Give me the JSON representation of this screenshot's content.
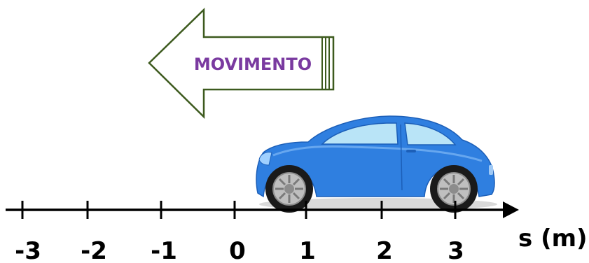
{
  "motion_arrow": {
    "label": "MOVIMENTO",
    "label_color": "#7a3aa0",
    "outline_color": "#3d5a1e",
    "direction": "left"
  },
  "axis": {
    "label": "s (m)",
    "ticks": [
      "-3",
      "-2",
      "-1",
      "0",
      "1",
      "2",
      "3"
    ],
    "color": "#000000"
  },
  "car": {
    "icon": "car-icon",
    "body_color": "#2f7fe0",
    "window_color": "#b9e4f7",
    "wheel_color": "#1a1a1a",
    "hubcap_color": "#bfbfbf"
  }
}
